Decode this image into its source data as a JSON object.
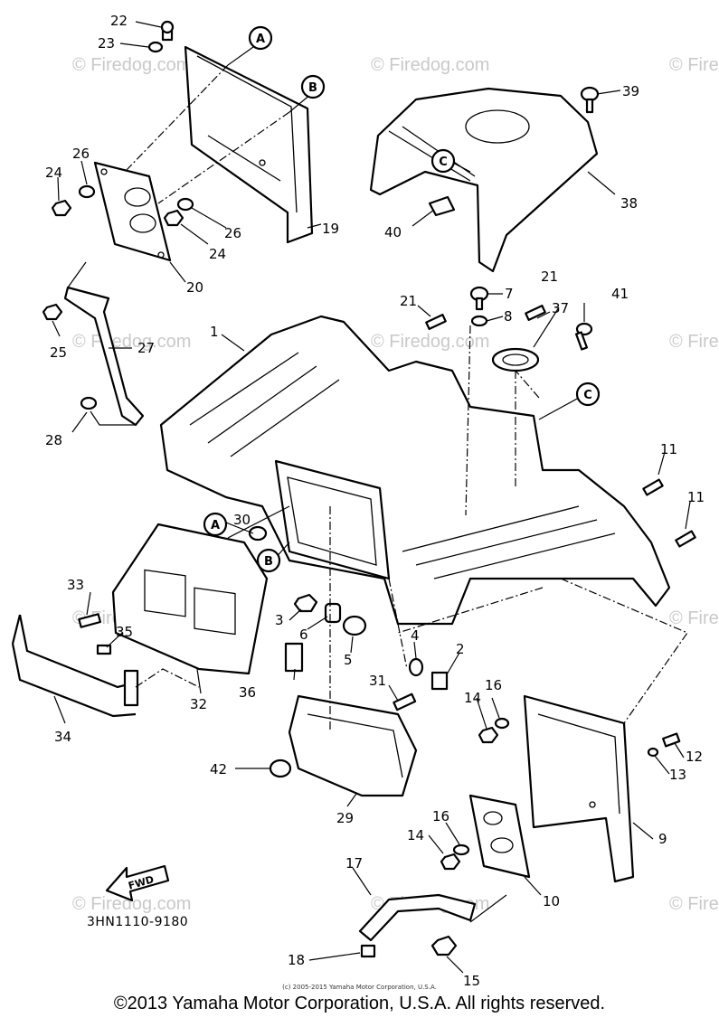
{
  "watermark": "© Firedog.com",
  "part_code": "3HN1110-9180",
  "fwd_label": "FWD",
  "fine_print": "(c) 2005-2015 Yamaha Motor Corporation, U.S.A.",
  "footer": "©2013 Yamaha Motor Corporation, U.S.A. All rights reserved.",
  "callouts": [
    {
      "id": "p1",
      "label": "1"
    },
    {
      "id": "p2",
      "label": "2"
    },
    {
      "id": "p3",
      "label": "3"
    },
    {
      "id": "p4",
      "label": "4"
    },
    {
      "id": "p5",
      "label": "5"
    },
    {
      "id": "p6",
      "label": "6"
    },
    {
      "id": "p7",
      "label": "7"
    },
    {
      "id": "p8",
      "label": "8"
    },
    {
      "id": "p9",
      "label": "9"
    },
    {
      "id": "p10",
      "label": "10"
    },
    {
      "id": "p11a",
      "label": "11"
    },
    {
      "id": "p11b",
      "label": "11"
    },
    {
      "id": "p12",
      "label": "12"
    },
    {
      "id": "p13",
      "label": "13"
    },
    {
      "id": "p14a",
      "label": "14"
    },
    {
      "id": "p14b",
      "label": "14"
    },
    {
      "id": "p15",
      "label": "15"
    },
    {
      "id": "p16a",
      "label": "16"
    },
    {
      "id": "p16b",
      "label": "16"
    },
    {
      "id": "p17",
      "label": "17"
    },
    {
      "id": "p18",
      "label": "18"
    },
    {
      "id": "p19",
      "label": "19"
    },
    {
      "id": "p20",
      "label": "20"
    },
    {
      "id": "p21a",
      "label": "21"
    },
    {
      "id": "p21b",
      "label": "21"
    },
    {
      "id": "p22",
      "label": "22"
    },
    {
      "id": "p23",
      "label": "23"
    },
    {
      "id": "p24a",
      "label": "24"
    },
    {
      "id": "p24b",
      "label": "24"
    },
    {
      "id": "p25",
      "label": "25"
    },
    {
      "id": "p26a",
      "label": "26"
    },
    {
      "id": "p26b",
      "label": "26"
    },
    {
      "id": "p27",
      "label": "27"
    },
    {
      "id": "p28",
      "label": "28"
    },
    {
      "id": "p29",
      "label": "29"
    },
    {
      "id": "p30",
      "label": "30"
    },
    {
      "id": "p31",
      "label": "31"
    },
    {
      "id": "p32",
      "label": "32"
    },
    {
      "id": "p33",
      "label": "33"
    },
    {
      "id": "p34",
      "label": "34"
    },
    {
      "id": "p35",
      "label": "35"
    },
    {
      "id": "p36",
      "label": "36"
    },
    {
      "id": "p37",
      "label": "37"
    },
    {
      "id": "p38",
      "label": "38"
    },
    {
      "id": "p39",
      "label": "39"
    },
    {
      "id": "p40",
      "label": "40"
    },
    {
      "id": "p41",
      "label": "41"
    },
    {
      "id": "p42",
      "label": "42"
    }
  ],
  "ref_markers": [
    {
      "id": "refA1",
      "label": "A"
    },
    {
      "id": "refB1",
      "label": "B"
    },
    {
      "id": "refC1",
      "label": "C"
    },
    {
      "id": "refC2",
      "label": "C"
    },
    {
      "id": "refA2",
      "label": "A"
    },
    {
      "id": "refB2",
      "label": "B"
    }
  ]
}
